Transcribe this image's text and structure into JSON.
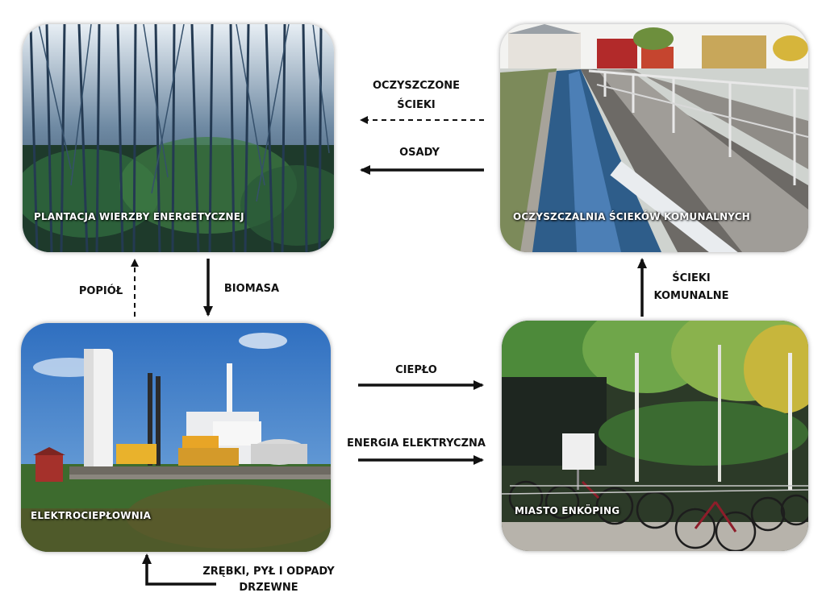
{
  "panels": {
    "plantation": "PLANTACJA WIERZBY  ENERGETYCZNEJ",
    "treatment_plant": "OCZYSZCZALNIA ŚCIEKÓW KOMUNALNYCH",
    "chp_plant": "ELEKTROCIEPŁOWNIA",
    "town": "MIASTO ENKÖPING"
  },
  "flows": {
    "treated_wastewater": [
      "OCZYSZCZONE",
      "ŚCIEKI"
    ],
    "sludge": "OSADY",
    "ash": "POPIÓŁ",
    "biomass": "BIOMASA",
    "municipal_wastewater": [
      "ŚCIEKI",
      "KOMUNALNE"
    ],
    "heat": "CIEPŁO",
    "electricity": "ENERGIA ELEKTRYCZNA",
    "wood_waste": [
      "ZRĘBKI, PYŁ I ODPADY",
      "DRZEWNE"
    ]
  },
  "colors": {
    "arrow": "#111111",
    "sky": "#3f7fc8",
    "foliage": "#4d8a3a",
    "water": "#2e5d8a"
  }
}
